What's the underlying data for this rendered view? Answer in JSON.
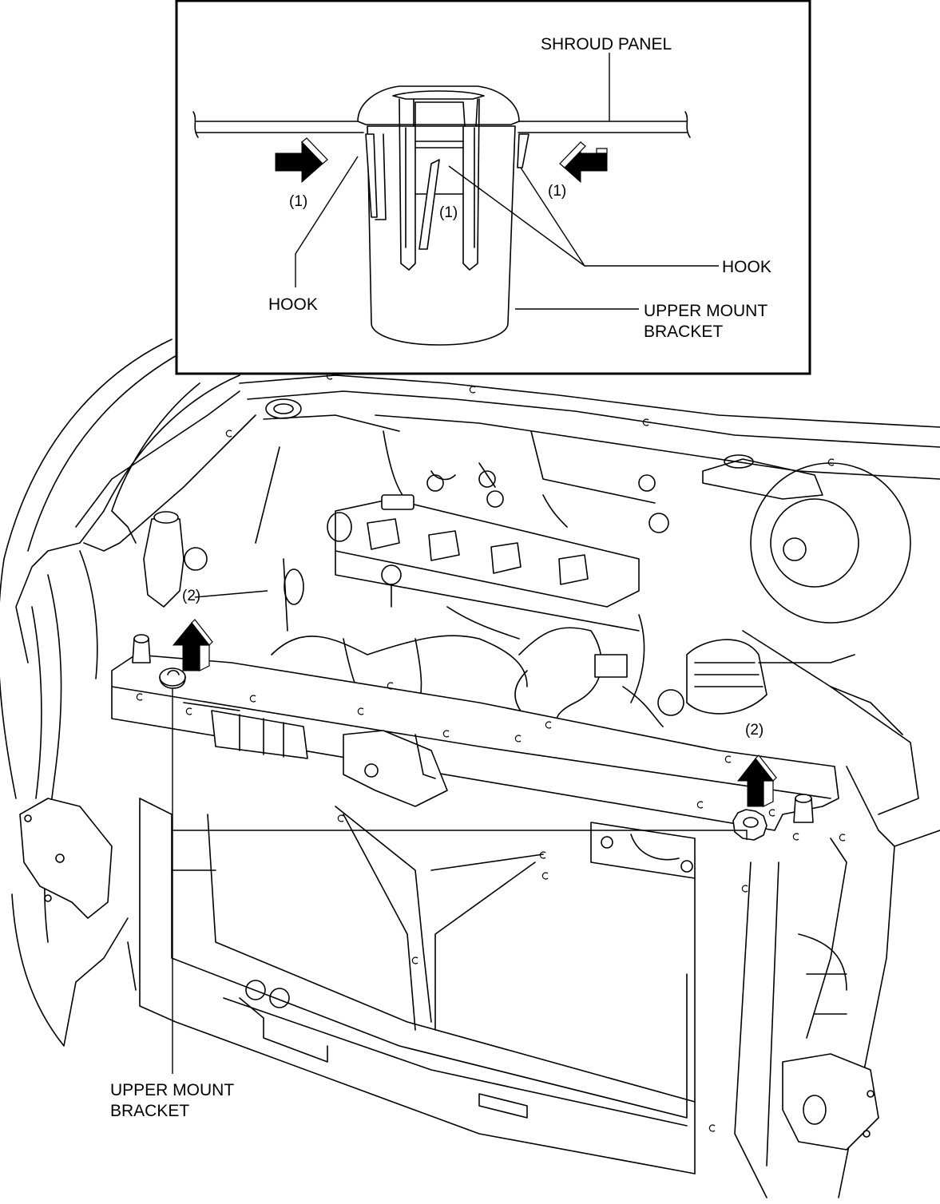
{
  "figure": {
    "description": "Radiator shroud panel upper mount bracket removal diagram",
    "inset": {
      "labels": {
        "shroud_panel": "SHROUD PANEL",
        "hook_left": "HOOK",
        "hook_right": "HOOK",
        "upper_mount_bracket_line1": "UPPER MOUNT",
        "upper_mount_bracket_line2": "BRACKET"
      },
      "step_markers": {
        "left": "(1)",
        "center": "(1)",
        "right": "(1)"
      },
      "arrows": [
        {
          "name": "press-arrow-left",
          "direction": "right",
          "step": "(1)"
        },
        {
          "name": "press-arrow-right",
          "direction": "left",
          "step": "(1)"
        }
      ]
    },
    "main": {
      "labels": {
        "upper_mount_bracket_line1": "UPPER MOUNT",
        "upper_mount_bracket_line2": "BRACKET"
      },
      "step_markers": {
        "left": "(2)",
        "right": "(2)"
      },
      "arrows": [
        {
          "name": "lift-arrow-left",
          "direction": "up",
          "step": "(2)"
        },
        {
          "name": "lift-arrow-right",
          "direction": "up",
          "step": "(2)"
        }
      ]
    }
  }
}
